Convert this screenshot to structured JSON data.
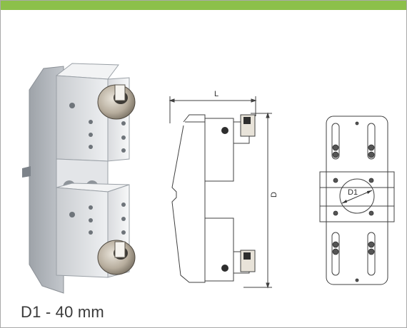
{
  "colors": {
    "accent_bar": "#8cc04a",
    "border": "#a9a9a9"
  },
  "drawing": {
    "dim_length": "L",
    "dim_height": "D",
    "dim_bore": "D1"
  },
  "caption": {
    "text": "D1 - 40 mm"
  }
}
